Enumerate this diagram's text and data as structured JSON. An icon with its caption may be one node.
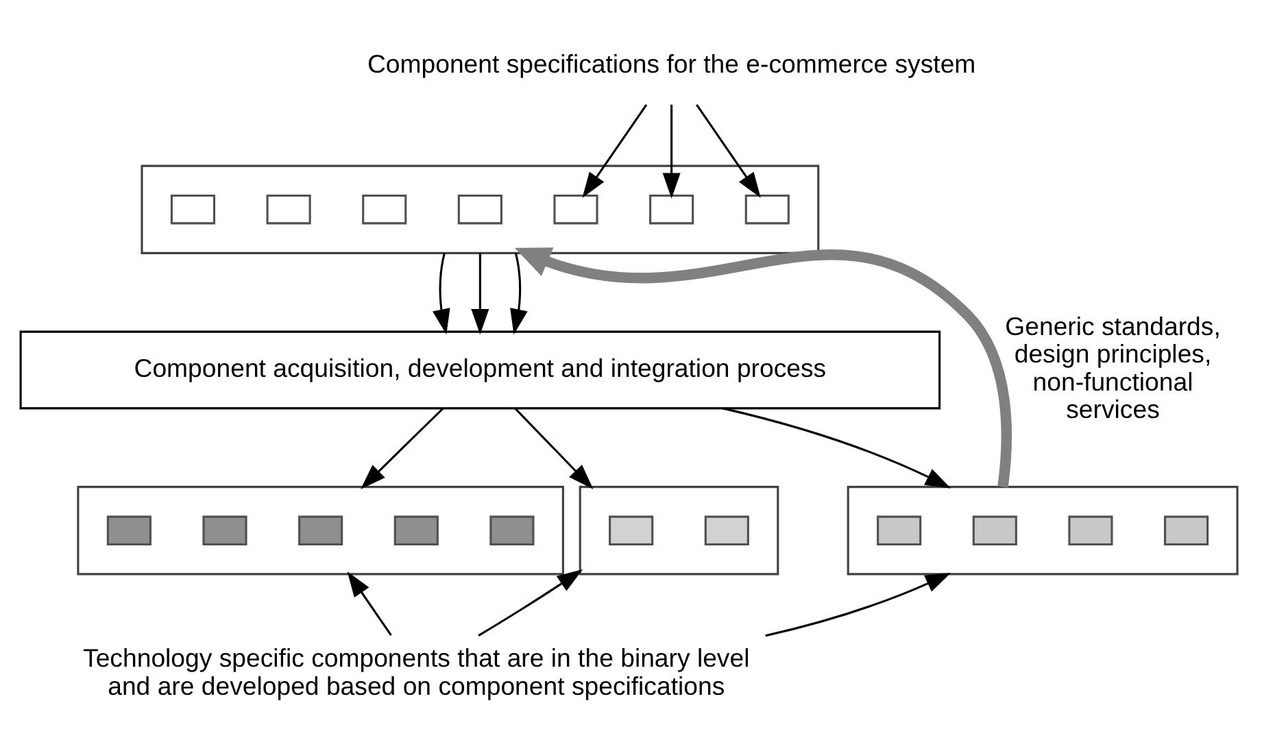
{
  "diagram": {
    "nodes": [
      {
        "text": [
          "Component specifications for the e-commerce system"
        ]
      },
      {
        "text": [],
        "shape": "box"
      },
      {
        "text": [],
        "shape": "box",
        "in": 1
      },
      {
        "text": [],
        "shape": "box",
        "in": 1
      },
      {
        "text": [],
        "shape": "box",
        "in": 1
      },
      {
        "text": [],
        "shape": "box",
        "in": 1
      },
      {
        "text": [],
        "shape": "box",
        "in": 1
      },
      {
        "text": [],
        "shape": "box",
        "in": 1
      },
      {
        "text": [],
        "shape": "box",
        "in": 1
      },
      {
        "text": [
          "Component acquisition, development and integration process"
        ]
      },
      {
        "text": [],
        "shape": "box"
      },
      {
        "text": [],
        "shape": "box",
        "in": 10
      },
      {
        "text": [],
        "shape": "box",
        "in": 10
      },
      {
        "text": [],
        "shape": "box",
        "in": 10
      },
      {
        "text": [],
        "shape": "box",
        "in": 10
      },
      {
        "text": [],
        "shape": "box"
      },
      {
        "text": [],
        "shape": "box",
        "in": 15
      },
      {
        "text": [],
        "shape": "box",
        "in": 15
      },
      {
        "text": [],
        "shape": "box",
        "in": 15
      },
      {
        "text": [],
        "shape": "box",
        "in": 15
      },
      {
        "text": [],
        "shape": "box",
        "in": 15
      },
      {
        "text": [],
        "shape": "box"
      },
      {
        "text": [],
        "shape": "box",
        "in": 21
      },
      {
        "text": [],
        "shape": "box",
        "in": 21
      },
      {
        "text": [
          "Technology specific components that are in the binary level and are developed based on component specifications"
        ]
      }
    ],
    "edges": [
      {
        "from": 0,
        "to": 2,
        "arrow": "to"
      },
      {
        "from": 0,
        "to": 3,
        "arrow": "to"
      },
      {
        "from": 0,
        "to": 4,
        "arrow": "to"
      },
      {
        "from": 1,
        "to": 9,
        "arrow": "to"
      },
      {
        "from": 1,
        "to": 9,
        "arrow": "to"
      },
      {
        "from": 1,
        "to": 9,
        "arrow": "to"
      },
      {
        "from": 9,
        "to": 10,
        "arrow": "to"
      },
      {
        "from": 9,
        "to": 15,
        "arrow": "to"
      },
      {
        "from": 9,
        "to": 21,
        "arrow": "to"
      },
      {
        "from": 10,
        "to": 1,
        "arrow": "to",
        "label": "Generic standards, design principles, non-functional services",
        "style": "thick",
        "color": "#808080"
      },
      {
        "from": 24,
        "to": 10,
        "arrow": "to"
      },
      {
        "from": 24,
        "to": 15,
        "arrow": "to"
      },
      {
        "from": 24,
        "to": 21,
        "arrow": "to"
      }
    ]
  }
}
